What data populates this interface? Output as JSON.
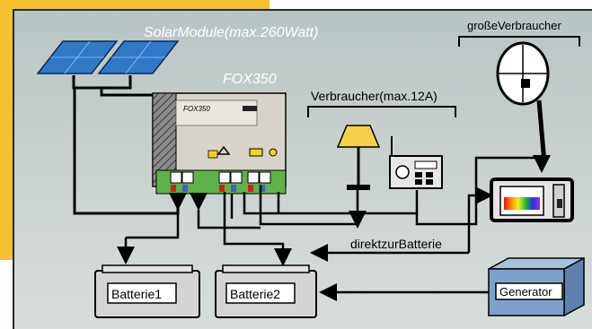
{
  "labels": {
    "solar_title": "SolarModule(max.260Watt)",
    "fox_title": "FOX350",
    "fox_panel_label": "FOX350",
    "consumers_title": "Verbraucher(max.12A)",
    "big_consumers_title": "großeVerbraucher",
    "direct_battery": "direktzurBatterie",
    "battery1": "Batterie1",
    "battery2": "Batterie2",
    "generator": "Generator"
  },
  "colors": {
    "accent": "#f6c02e",
    "panel": "#c5cecc",
    "solar_cell": "#2f79c8",
    "lamp_shade": "#f3d24a",
    "generator": "#7fa1c9",
    "line": "#000000"
  }
}
